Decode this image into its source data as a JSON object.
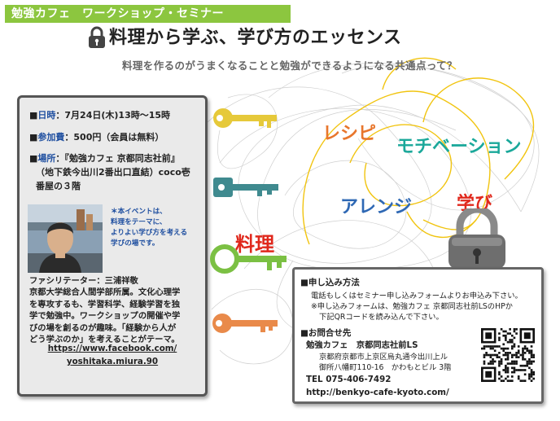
{
  "header": {
    "banner": "勉強カフェ　ワークショップ・セミナー",
    "title": "料理から学ぶ、学び方のエッセンス",
    "subtitle": "料理を作るのがうまくなることと勉強ができるようになる共通点って？"
  },
  "details": {
    "date_label": "日時",
    "date_value": "：7月24日(木)13時〜15時",
    "fee_label": "参加費",
    "fee_value": "：500円（会員は無料）",
    "place_label": "場所",
    "place_value": "：『勉強カフェ 京都同志社前』",
    "place_line2": "（地下鉄今出川2番出口直結）coco壱",
    "place_line3": "番屋の３階",
    "note_line1": "＊本イベントは、",
    "note_line2": "料理をテーマに、",
    "note_line3": "よりよい学び方を考える",
    "note_line4": "学びの場です。",
    "bio_lines": [
      "ファシリテーター：三浦祥敬",
      "京都大学総合人間学部所属。文化心理学",
      "を専攻するも、学習科学、経験学習を独",
      "学で勉強中。ワークショップの開催や学",
      "びの場を創るのが趣味。「経験から人が",
      "どう学ぶのか」を考えることがテーマ。"
    ],
    "facebook_line1": "https://www.facebook.com/",
    "facebook_line2": "yoshitaka.miura.90"
  },
  "words": {
    "recipe": "レシピ",
    "motivation": "モチベーション",
    "arrange": "アレンジ",
    "cooking": "料理",
    "learning": "学び"
  },
  "contact": {
    "apply_heading": "申し込み方法",
    "apply_line1": "電話もしくはセミナー申し込みフォームよりお申込み下さい。",
    "apply_line2": "※申し込みフォームは、勉強カフェ 京都同志社前LSのHPか",
    "apply_line3": "下記QRコードを読み込んで下さい。",
    "inquiry_heading": "お問合せ先",
    "org_name": "勉強カフェ　京都同志社前LS",
    "address_line1": "京都府京都市上京区烏丸通今出川上ル",
    "address_line2": "御所八幡町110-16　かわもとビル 3階",
    "tel": "TEL 075-406-7492",
    "url": "http://benkyo-cafe-kyoto.com/"
  },
  "colors": {
    "banner_green": "#8cc63f",
    "recipe": "#e8762c",
    "motivation": "#1aa89a",
    "arrange": "#2e68b4",
    "cooking": "#e0281c",
    "learning": "#e0281c",
    "key_gold": "#e6c93a",
    "key_teal": "#3f8a8f",
    "key_green": "#7bc043",
    "key_orange": "#e98a4a",
    "label_blue": "#1f4fa0"
  }
}
